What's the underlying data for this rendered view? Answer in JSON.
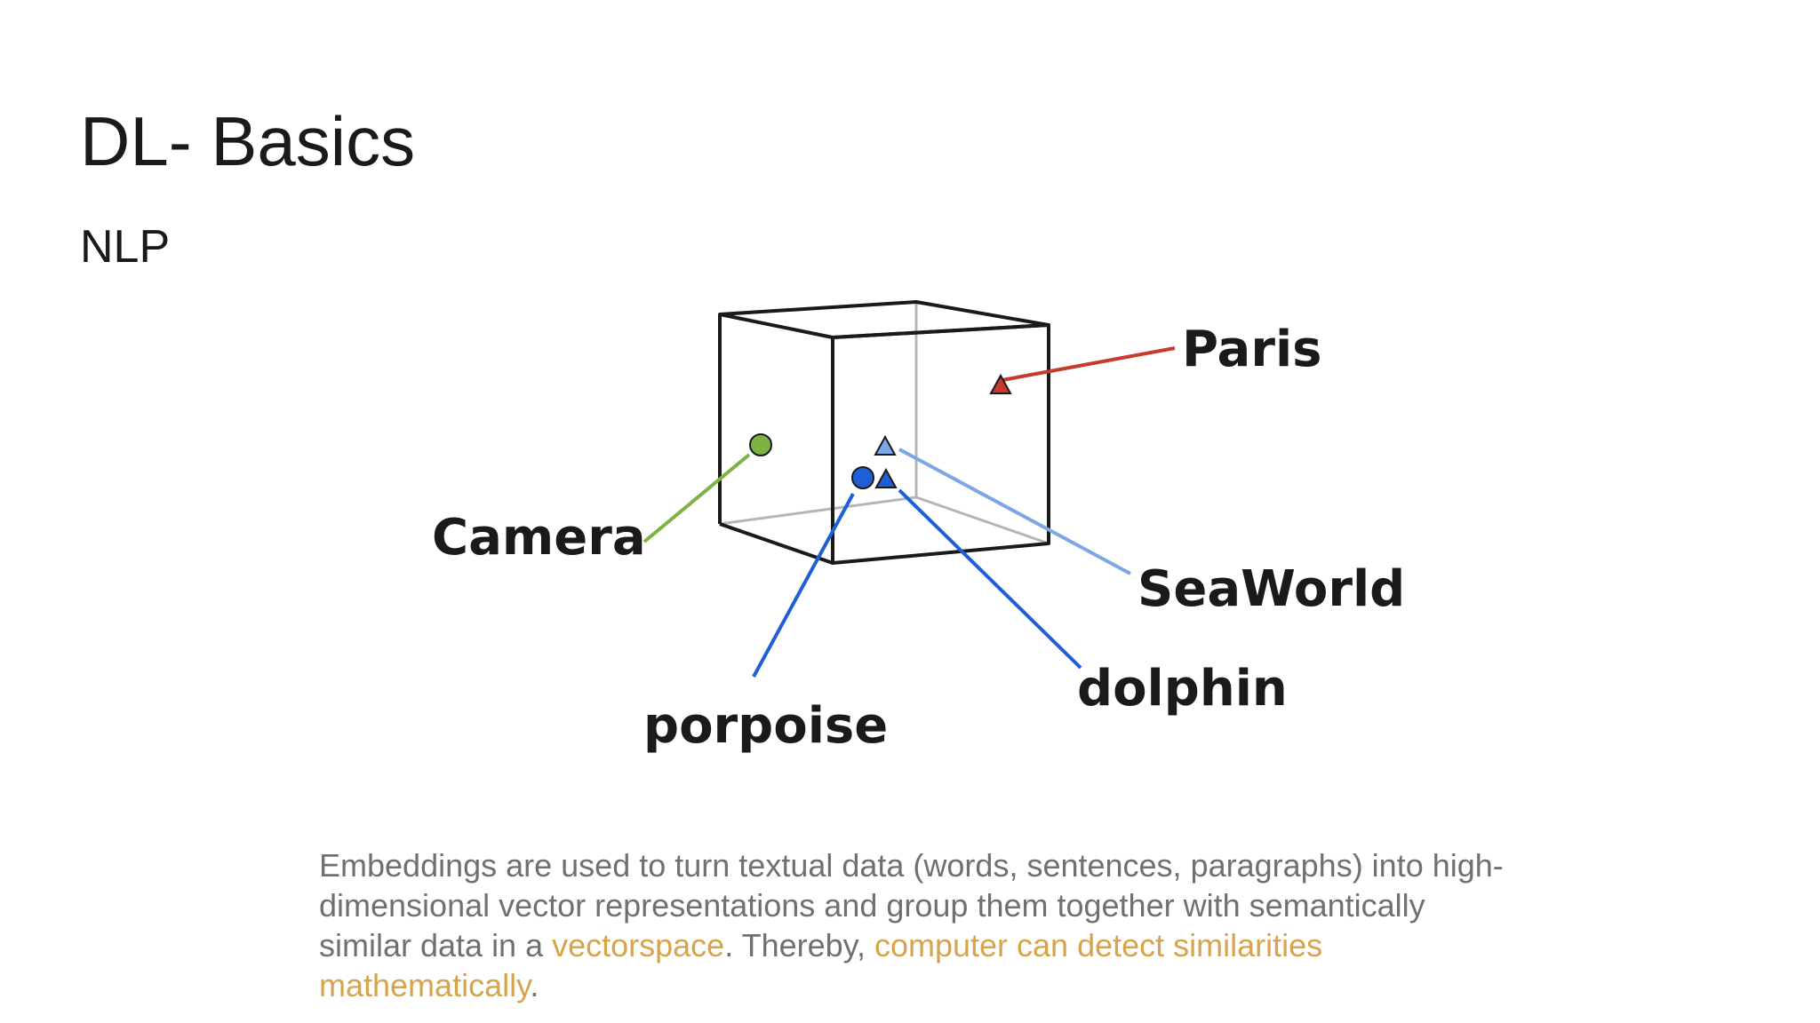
{
  "slide": {
    "title": "DL- Basics",
    "subtitle": "NLP"
  },
  "diagram": {
    "labels": {
      "paris": "Paris",
      "camera": "Camera",
      "seaworld": "SeaWorld",
      "dolphin": "dolphin",
      "porpoise": "porpoise"
    },
    "colors": {
      "paris": "#c83a2b",
      "camera": "#7cb342",
      "seaworld": "#7ea6e6",
      "dolphin": "#1f5fd6",
      "porpoise": "#1f5fd6",
      "cube": "#1a1a1a"
    }
  },
  "caption": {
    "part1": "Embeddings are used to turn textual data (words, sentences, paragraphs) into high-dimensional vector representations  and group them together with semantically similar data in a ",
    "highlight1": "vectorspace",
    "part2": ". Thereby, ",
    "highlight2": "computer can detect similarities mathematically",
    "part3": "."
  }
}
